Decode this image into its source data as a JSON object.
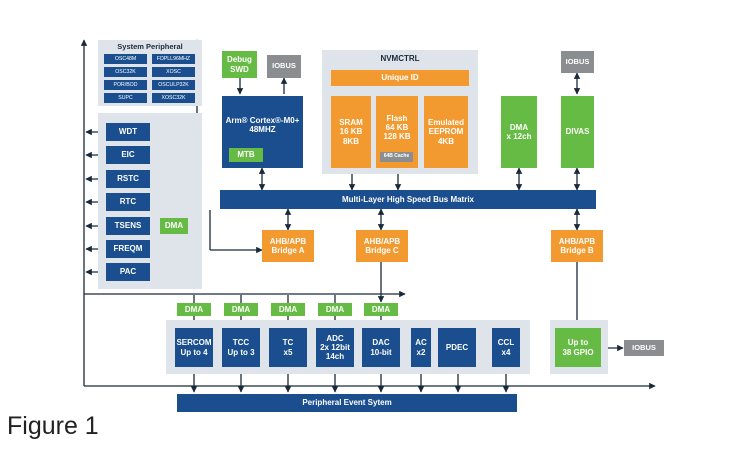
{
  "colors": {
    "blue": "#1a4e8e",
    "green": "#66bb45",
    "orange": "#f29a30",
    "gray": "#8b8e91",
    "panel": "#dfe4ea",
    "wire": "#1b2a3a"
  },
  "system_peripheral": {
    "title": "System Peripheral",
    "clocks": [
      "OSC48M",
      "FDPLL96MHZ",
      "OSC32K",
      "XOSC",
      "POR/BOD",
      "OSCULP32K",
      "SUPC",
      "XOSC32K"
    ]
  },
  "left_blocks": [
    "WDT",
    "EIC",
    "RSTC",
    "RTC",
    "TSENS",
    "FREQM",
    "PAC"
  ],
  "tsens_dma": "DMA",
  "debug": {
    "line1": "Debug",
    "line2": "SWD"
  },
  "iobus": "IOBUS",
  "cpu": {
    "line1": "Arm® Cortex®-M0+",
    "line2": "48MHZ",
    "mtb": "MTB"
  },
  "nvmctrl": {
    "title": "NVMCTRL",
    "unique_id": "Unique ID",
    "sram": {
      "line1": "SRAM",
      "line2": "16 KB",
      "line3": "8KB"
    },
    "flash": {
      "line1": "Flash",
      "line2": "64 KB",
      "line3": "128 KB",
      "cache": "64B Cache"
    },
    "eeprom": {
      "line1": "Emulated",
      "line2": "EEPROM",
      "line3": "4KB"
    }
  },
  "dma_main": {
    "line1": "DMA",
    "line2": "x 12ch"
  },
  "divas": "DIVAS",
  "bus_matrix": "Multi-Layer High Speed Bus Matrix",
  "bridges": {
    "a": {
      "line1": "AHB/APB",
      "line2": "Bridge A"
    },
    "c": {
      "line1": "AHB/APB",
      "line2": "Bridge C"
    },
    "b": {
      "line1": "AHB/APB",
      "line2": "Bridge B"
    }
  },
  "dma_small": [
    "DMA",
    "DMA",
    "DMA",
    "DMA",
    "DMA"
  ],
  "peripherals": [
    {
      "line1": "SERCOM",
      "line2": "Up to 4",
      "line3": ""
    },
    {
      "line1": "TCC",
      "line2": "Up to 3",
      "line3": ""
    },
    {
      "line1": "TC",
      "line2": "x5",
      "line3": ""
    },
    {
      "line1": "ADC",
      "line2": "2x 12bit",
      "line3": "14ch"
    },
    {
      "line1": "DAC",
      "line2": "10-bit",
      "line3": ""
    },
    {
      "line1": "AC",
      "line2": "x2",
      "line3": ""
    },
    {
      "line1": "PDEC",
      "line2": "",
      "line3": ""
    },
    {
      "line1": "CCL",
      "line2": "x4",
      "line3": ""
    }
  ],
  "gpio": {
    "line1": "Up to",
    "line2": "38 GPIO"
  },
  "iobus_right": "IOBUS",
  "event_system": "Peripheral Event Sytem",
  "caption": "Figure 1"
}
